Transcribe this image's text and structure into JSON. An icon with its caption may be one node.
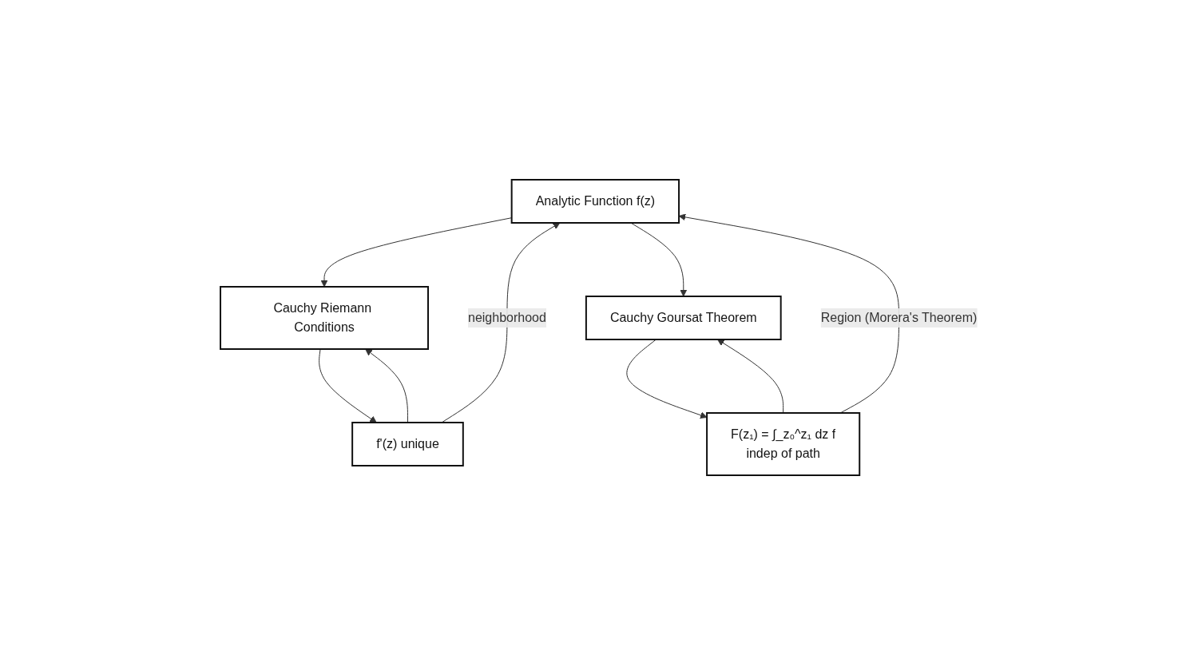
{
  "diagram": {
    "nodes": [
      {
        "text": [
          "Analytic Function f(z)"
        ]
      },
      {
        "text": [
          "Cauchy Riemann Conditions"
        ]
      },
      {
        "text": [
          "Cauchy Goursat Theorem"
        ]
      },
      {
        "text": [
          "f'(z) unique"
        ]
      },
      {
        "text": [
          "F(z₁) = ∫_z₀^z₁ dz f",
          "indep of path"
        ]
      }
    ],
    "edges": [
      {
        "from": 0,
        "to": 1,
        "arrow": "to"
      },
      {
        "from": 0,
        "to": 2,
        "arrow": "to"
      },
      {
        "from": 3,
        "to": 1,
        "arrow": "to"
      },
      {
        "from": 1,
        "to": 3,
        "arrow": "to"
      },
      {
        "from": 4,
        "to": 2,
        "arrow": "to"
      },
      {
        "from": 2,
        "to": 4,
        "arrow": "to"
      },
      {
        "from": 3,
        "to": 0,
        "label": "neighborhood",
        "arrow": "to"
      },
      {
        "from": 4,
        "to": 0,
        "label": "Region (Morera's Theorem)",
        "arrow": "to"
      }
    ]
  }
}
